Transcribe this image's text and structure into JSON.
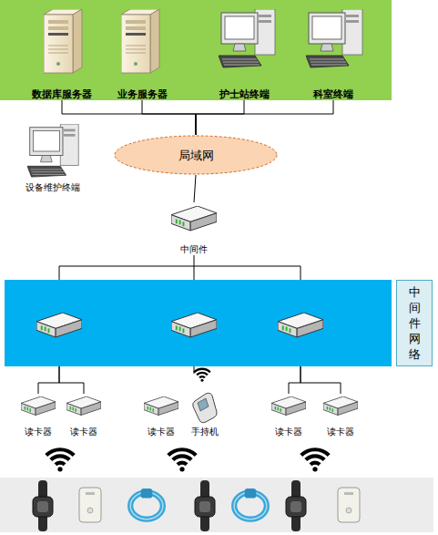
{
  "diagram": {
    "nodes": [
      {
        "text": [
          "数据库服务器"
        ]
      },
      {
        "text": [
          "业务服务器"
        ]
      },
      {
        "text": [
          "护士站终端"
        ]
      },
      {
        "text": [
          "科室终端"
        ]
      },
      {
        "text": [
          "设备维护终端"
        ]
      },
      {
        "text": [
          "局域网"
        ]
      },
      {
        "text": [
          "中间件"
        ]
      },
      {
        "text": [
          "中间件网络"
        ]
      },
      {
        "text": [
          "读卡器"
        ]
      },
      {
        "text": [
          "读卡器"
        ]
      },
      {
        "text": [
          "读卡器"
        ]
      },
      {
        "text": [
          "手持机"
        ]
      },
      {
        "text": [
          "读卡器"
        ]
      },
      {
        "text": [
          "读卡器"
        ]
      }
    ],
    "edges": [
      {
        "from": 0,
        "to": 5,
        "arrow": "none"
      },
      {
        "from": 1,
        "to": 5,
        "arrow": "none"
      },
      {
        "from": 2,
        "to": 5,
        "arrow": "none"
      },
      {
        "from": 3,
        "to": 5,
        "arrow": "none"
      },
      {
        "from": 5,
        "to": 6,
        "arrow": "none"
      },
      {
        "from": 6,
        "to": 7,
        "arrow": "none"
      },
      {
        "from": 7,
        "to": 8,
        "arrow": "none"
      },
      {
        "from": 7,
        "to": 9,
        "arrow": "none"
      },
      {
        "from": 7,
        "to": 12,
        "arrow": "none"
      },
      {
        "from": 7,
        "to": 13,
        "arrow": "none"
      }
    ]
  }
}
